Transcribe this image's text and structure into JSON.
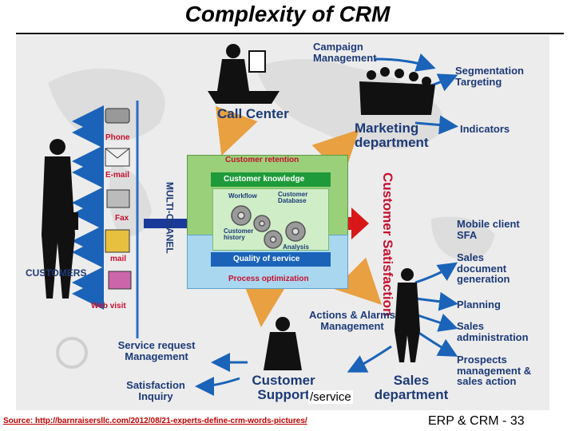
{
  "title": "Complexity of CRM",
  "channels": {
    "phone": "Phone",
    "email": "E-mail",
    "fax": "Fax",
    "mail": "mail",
    "web": "Web visit"
  },
  "customers": "CUSTOMERS",
  "multichannel": "MULTI-CHANEL",
  "call_center": "Call Center",
  "campaign_mgmt": "Campaign Management",
  "segmentation": "Segmentation Targeting",
  "marketing": "Marketing department",
  "indicators": "Indicators",
  "core": {
    "retention": "Customer retention",
    "knowledge": "Customer knowledge",
    "workflow": "Workflow",
    "database": "Customer Database",
    "history": "Customer history",
    "analysis": "Analysis",
    "quality": "Quality of service",
    "optimization": "Process optimization"
  },
  "satisfaction": "Customer Satisfaction",
  "sales_items": {
    "mobile_sfa": "Mobile client SFA",
    "sales_doc": "Sales document generation",
    "planning": "Planning",
    "sales_admin": "Sales administration",
    "prospects": "Prospects management & sales action"
  },
  "actions_alarms": "Actions & Alarms Management",
  "service_request": "Service request Management",
  "satisfaction_inquiry": "Satisfaction Inquiry",
  "customer_support": "Customer Support",
  "service_overlay": "/service",
  "sales_dept": "Sales department",
  "source": "Source: http://barnraisersllc.com/2012/08/21-experts-define-crm-words-pictures/",
  "page_label": "ERP & CRM - 33",
  "colors": {
    "navy": "#1d3a78",
    "red": "#c8102e",
    "green": "#1e9a3a",
    "blue": "#1a63b8",
    "orange": "#e8a040"
  }
}
